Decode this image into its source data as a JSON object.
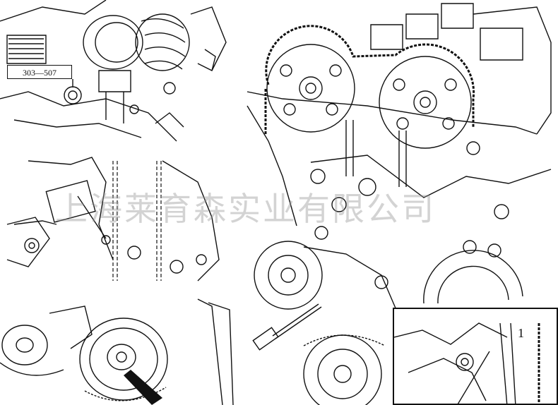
{
  "figure": {
    "part_label": "303—507",
    "callout_number": "1",
    "watermark_text": "上海莱育森实业有限公司"
  },
  "colors": {
    "line": "#111111",
    "background": "#ffffff",
    "watermark": "#9a9a9a"
  }
}
